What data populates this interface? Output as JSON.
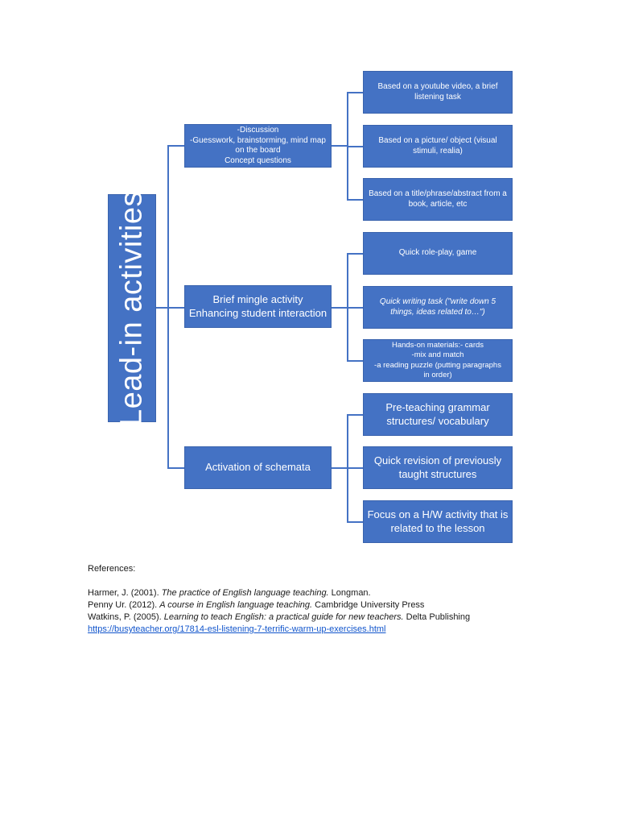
{
  "diagram": {
    "root_label": "Lead-in activities",
    "branches": [
      {
        "lines": [
          "-Discussion",
          "-Guesswork,  brainstorming, mind map",
          "on the board",
          "Concept questions"
        ],
        "children": [
          {
            "lines": [
              "Based on a youtube video, a brief",
              "listening task"
            ]
          },
          {
            "lines": [
              "Based on a picture/ object (visual",
              "stimuli, realia)"
            ]
          },
          {
            "lines": [
              "Based on a title/phrase/abstract from a",
              "book, article, etc"
            ]
          }
        ]
      },
      {
        "lines": [
          "Brief mingle activity",
          "Enhancing student interaction"
        ],
        "children": [
          {
            "lines": [
              "Quick role-play, game"
            ]
          },
          {
            "lines": [
              "Quick writing task (\"write down 5",
              "things, ideas related to…\")"
            ]
          },
          {
            "lines": [
              "Hands-on materials:- cards",
              "-mix and match",
              "-a reading puzzle (putting paragraphs",
              "in order)"
            ]
          }
        ]
      },
      {
        "lines": [
          "Activation of schemata"
        ],
        "children": [
          {
            "lines": [
              "Pre-teaching grammar",
              "structures/ vocabulary"
            ]
          },
          {
            "lines": [
              "Quick revision of previously",
              "taught structures"
            ]
          },
          {
            "lines": [
              "Focus on a H/W activity that is",
              "related to the lesson"
            ]
          }
        ]
      }
    ]
  },
  "references": {
    "heading": "References:",
    "items": [
      {
        "author": "Harmer, J. (2001). ",
        "title": "The practice of English language teaching.",
        "publisher": " Longman."
      },
      {
        "author": "Penny Ur. (2012). ",
        "title": "A course in English language teaching.",
        "publisher": " Cambridge University Press"
      },
      {
        "author": "Watkins, P. (2005). ",
        "title": "Learning to teach English: a practical guide for new teachers.",
        "publisher": " Delta Publishing"
      }
    ],
    "link": "https://busyteacher.org/17814-esl-listening-7-terrific-warm-up-exercises.html"
  }
}
